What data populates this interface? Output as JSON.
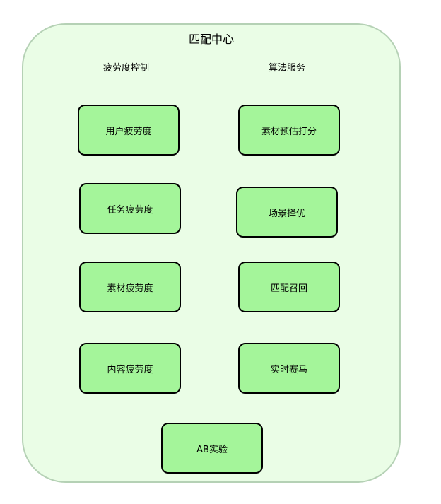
{
  "diagram": {
    "title": "匹配中心",
    "columns": {
      "left_label": "疲劳度控制",
      "right_label": "算法服务"
    },
    "left_nodes": [
      "用户疲劳度",
      "任务疲劳度",
      "素材疲劳度",
      "内容疲劳度"
    ],
    "right_nodes": [
      "素材预估打分",
      "场景择优",
      "匹配召回",
      "实时赛马"
    ],
    "bottom_node": "AB实验",
    "colors": {
      "container_fill": "#eafde6",
      "container_border": "#b5d1b5",
      "node_fill": "#a4f59a",
      "node_border": "#000000"
    }
  }
}
